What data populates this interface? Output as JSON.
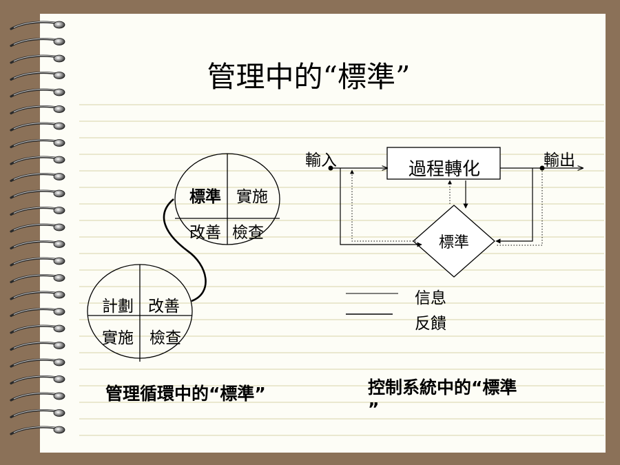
{
  "slide": {
    "title": "管理中的“標準”",
    "colors": {
      "background": "#8b7158",
      "paper": "#fdfdf6",
      "rule_line": "#d8d4a8",
      "ink": "#000000"
    }
  },
  "pdca": {
    "small_circle": {
      "top_left": "標準",
      "top_right": "實施",
      "bottom_left": "改善",
      "bottom_right": "檢查"
    },
    "big_circle": {
      "top_left": "計劃",
      "top_right": "改善",
      "bottom_left": "實施",
      "bottom_right": "檢查"
    },
    "caption": "管理循環中的“標準”"
  },
  "control": {
    "input_label": "輸入",
    "output_label": "輸出",
    "process_label": "過程轉化",
    "standard_label": "標準",
    "legend": {
      "solid_label": "信息",
      "dotted_label": "反饋"
    },
    "caption_line1": "控制系統中的“標準",
    "caption_line2": "”"
  }
}
